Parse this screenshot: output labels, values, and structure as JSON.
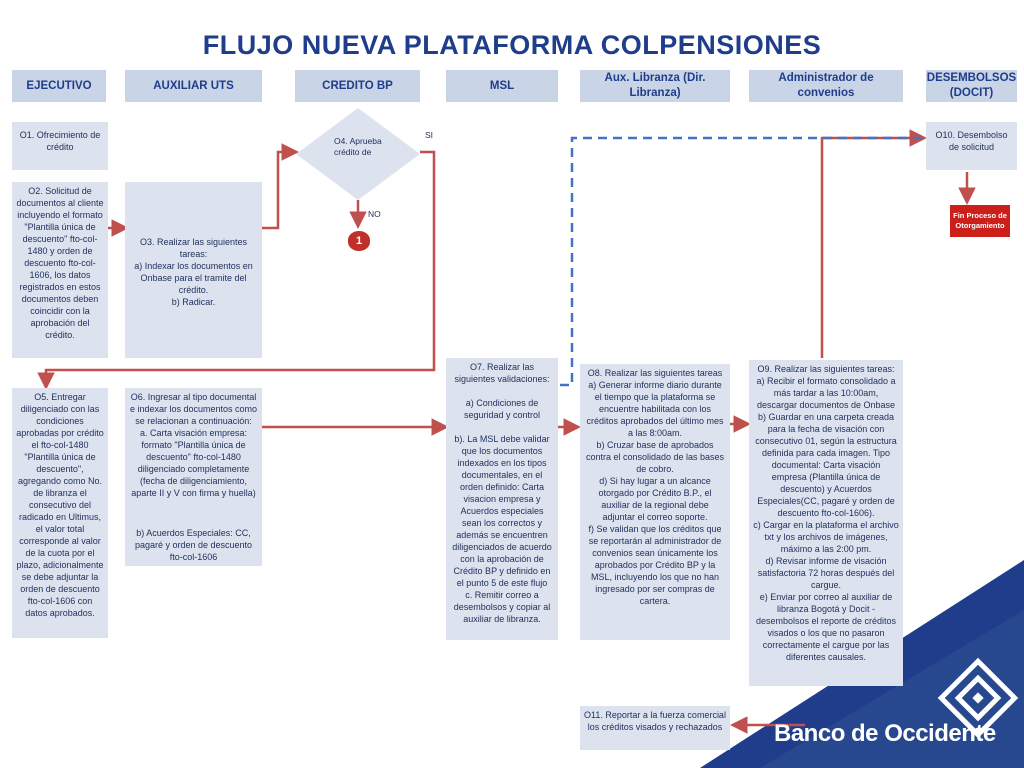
{
  "title": "FLUJO NUEVA PLATAFORMA COLPENSIONES",
  "headers": [
    "EJECUTIVO",
    "AUXILIAR UTS",
    "CREDITO BP",
    "MSL",
    "Aux. Libranza (Dir. Libranza)",
    "Administrador de convenios",
    "DESEMBOLSOS (DOCIT)"
  ],
  "decision": {
    "text": "O4. Aprueba crédito de",
    "yes": "SI",
    "no": "NO",
    "badge": "1"
  },
  "steps": {
    "o1": "O1. Ofrecimiento de crédito",
    "o2": "O2. Solicitud de documentos al cliente incluyendo el formato \"Plantilla única de descuento\" fto-col-1480 y orden de descuento fto-col-1606, los datos registrados en estos documentos deben coincidir con la aprobación del crédito.",
    "o3": "O3. Realizar las siguientes tareas:\na) Indexar los documentos en Onbase para el tramite del crédito.\nb) Radicar.",
    "o5": "O5. Entregar diligenciado con las condiciones aprobadas por crédito el fto-col-1480 \"Plantilla única de descuento\", agregando como No. de libranza el consecutivo del radicado en Ultimus, el valor total corresponde al valor de la cuota por el plazo, adicionalmente se debe adjuntar la orden de descuento fto-col-1606 con datos aprobados.",
    "o6a": "O6. Ingresar al tipo documental e indexar los documentos como se relacionan a continuación:\na. Carta visación empresa: formato \"Plantilla única de descuento\" fto-col-1480 diligenciado completamente (fecha de diligenciamiento, aparte II y V con firma y huella)",
    "o6b": "b) Acuerdos Especiales: CC, pagaré y orden de descuento fto-col-1606",
    "o7": "O7. Realizar las siguientes validaciones:\n\na) Condiciones de seguridad y control\n\nb). La MSL debe validar que los documentos indexados en los tipos documentales, en el orden definido: Carta visacion empresa y Acuerdos especiales sean los correctos y además se encuentren diligenciados de acuerdo con la aprobación de Crédito BP y definido en el punto 5 de este flujo\nc. Remitir correo a desembolsos y copiar al auxiliar de libranza.",
    "o8": "O8. Realizar las siguientes tareas\na) Generar informe diario durante el tiempo que la plataforma se encuentre habilitada con los créditos aprobados del último mes a las 8:00am.\nb) Cruzar base de aprobados contra el consolidado de las bases de cobro.\nd) Si hay lugar a un alcance otorgado por Crédito B.P., el auxiliar de la regional debe adjuntar el correo soporte.\nf) Se validan que los créditos que se reportarán al administrador de convenios sean únicamente los aprobados por Crédito BP y la MSL, incluyendo los que no han ingresado por ser compras de cartera.",
    "o9": "O9. Realizar las siguientes tareas:\na) Recibir el formato consolidado a más tardar a las 10:00am, descargar documentos de Onbase\nb) Guardar en una carpeta creada para la fecha de visación con consecutivo 01, según la estructura definida para cada imagen. Tipo documental: Carta visación empresa (Plantilla única de descuento) y Acuerdos Especiales(CC, pagaré y orden de descuento fto-col-1606).\nc) Cargar en la plataforma el archivo txt y los archivos de imágenes, máximo a las 2:00 pm.\nd) Revisar informe de visación satisfactoria 72 horas después del cargue.\ne) Enviar por correo al auxiliar de libranza Bogotá y Docit - desembolsos el reporte de créditos visados o los que no pasaron correctamente el cargue por las diferentes causales.",
    "o10": "O10. Desembolso de solicitud",
    "o11": "O11. Reportar a la fuerza comercial los créditos visados y rechazados",
    "fin": "Fin Proceso de Otorgamiento"
  },
  "logo": {
    "text": "Banco de Occidente"
  },
  "colors": {
    "header_bg": "#c9d4e6",
    "box_bg": "#dce3ef",
    "title": "#1f3d8a",
    "arrow": "#c0504d",
    "dashed": "#4472c4",
    "badge": "#c0302a",
    "logo_bg": "#1f3d8a"
  }
}
